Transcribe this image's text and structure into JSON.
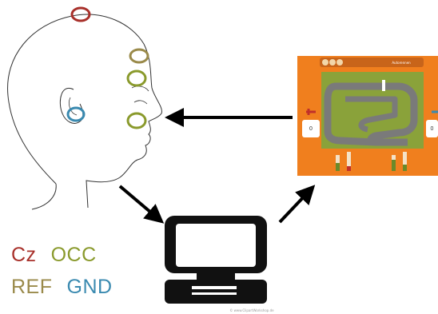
{
  "legend": {
    "row1": [
      {
        "label": "Cz",
        "color": "#a8302a"
      },
      {
        "label": "OCC",
        "color": "#8a9a2c"
      }
    ],
    "row2": [
      {
        "label": "REF",
        "color": "#9a8a4a"
      },
      {
        "label": "GND",
        "color": "#3a8ab0"
      }
    ]
  },
  "electrode_colors": {
    "cz": "#a8302a",
    "occ": "#8a9a2c",
    "ref": "#9a8a4a",
    "gnd": "#3a8ab0"
  },
  "game_panel": {
    "background_color": "#f07f1e",
    "track_background_color": "#8aa23a",
    "title": "Autorennen",
    "left_control_label": "0",
    "right_control_label": "0"
  },
  "computer": {
    "credit": "© www.ClipartWorkshop.de"
  },
  "arrows": [
    "game-to-head-arrow",
    "head-to-computer-arrow",
    "computer-to-game-arrow"
  ]
}
